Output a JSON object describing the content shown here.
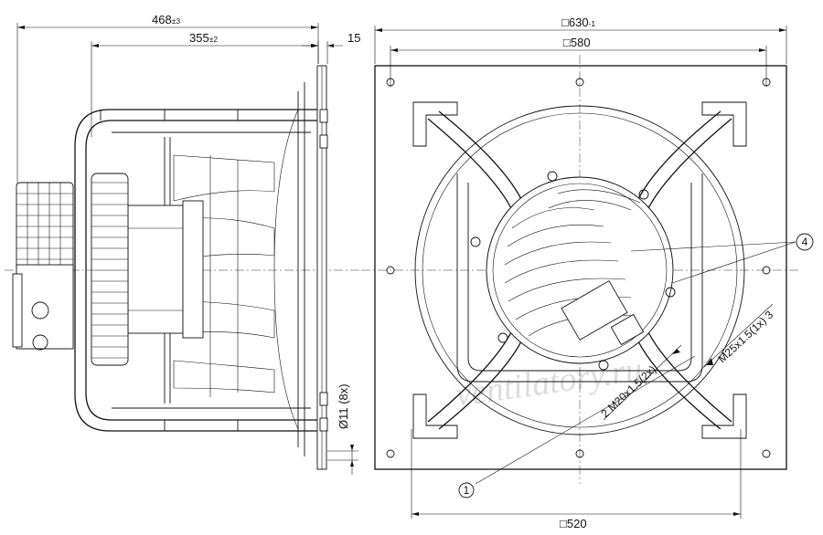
{
  "dimensions": {
    "overall_depth": {
      "value": "468",
      "tol": "±3"
    },
    "inner_depth": {
      "value": "355",
      "tol": "±2"
    },
    "plate_thickness": "15",
    "plate_size": {
      "symbol": "□",
      "value": "630",
      "tol": "-1"
    },
    "hole_pitch_top": {
      "symbol": "□",
      "value": "580"
    },
    "hole_pitch_bottom": {
      "symbol": "□",
      "value": "520"
    },
    "hole_diameter": "Ø11 (8x)"
  },
  "callouts": {
    "c1": "1",
    "c2": "2",
    "c3": "3",
    "c4": "4",
    "thread_m20": "M20x1.5(2x)",
    "thread_m25": "M25x1.5(1x)"
  },
  "watermark": "ventilatory.ru",
  "colors": {
    "line": "#111111",
    "background": "#ffffff",
    "watermark": "#dcdcdc"
  }
}
